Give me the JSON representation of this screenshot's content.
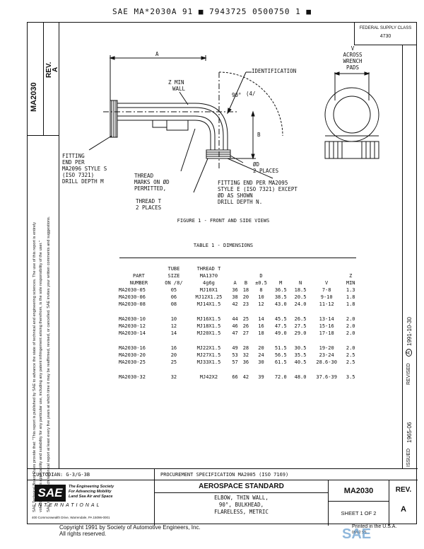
{
  "header_line": "SAE MA*2030A 91 ■ 7943725 0500750 1 ■",
  "federal_supply_class": {
    "label": "FEDERAL SUPPLY CLASS",
    "value": "4730"
  },
  "sidebar": {
    "doc_number": "MA2030",
    "rev_label": "REV.",
    "rev_value": "A",
    "notice_1": "SAE Technical Board Rules provide that: \"This report is published by SAE to advance the state of technical and engineering sciences. The use of this report is entirely",
    "notice_2": "voluntary, and its applicability and suitability for any particular use, including any patent infringement arising therefrom, is the sole responsibility of the user.\"",
    "notice_3": "SAE reviews each technical report at least every five years at which time it may be reaffirmed, revised, or cancelled. SAE invites your written comments and suggestions."
  },
  "right_strip": {
    "revised_label": "REVISED",
    "revised_mark": "A",
    "revised_date": "1991-10-30",
    "issued_label": "ISSUED",
    "issued_date": "1965-06"
  },
  "drawing": {
    "dim_a": "A",
    "identification": "IDENTIFICATION",
    "z_min_wall_1": "Z MIN",
    "z_min_wall_2": "WALL",
    "angle": "90°",
    "angle_note": "(4/",
    "fitting_end_left": [
      "FITTING",
      "END PER",
      "MA2096 STYLE S",
      "(ISO 7321)",
      "DRILL DEPTH M"
    ],
    "dim_b": "B",
    "phi_d": [
      "ØD",
      "2 PLACES"
    ],
    "thread_marks": [
      "THREAD",
      "MARKS ON ØD",
      "PERMITTED,"
    ],
    "thread_t": [
      "THREAD T",
      "2 PLACES"
    ],
    "fitting_end_right": [
      "FITTING END PER MA2095",
      "STYLE E (ISO 7321) EXCEPT",
      "ØD AS SHOWN",
      "DRILL DEPTH N."
    ],
    "side_view": [
      "V",
      "ACROSS",
      "WRENCH",
      "PADS"
    ]
  },
  "figure_caption": "FIGURE 1 - FRONT AND SIDE VIEWS",
  "table_caption": "TABLE 1 - DIMENSIONS",
  "table": {
    "headers": {
      "part_1": "PART",
      "part_2": "NUMBER",
      "tube_1": "TUBE",
      "tube_2": "SIZE",
      "tube_3": "ON /8/",
      "thread_1": "THREAD T",
      "thread_2": "MA1370",
      "thread_3": "4g6g",
      "a": "A",
      "b": "B",
      "d_1": "D",
      "d_2": "±0.5",
      "m": "M",
      "n": "N",
      "v": "V",
      "z_1": "Z",
      "z_2": "MIN"
    },
    "groups": [
      [
        [
          "MA2030-05",
          "05",
          "MJ10X1",
          "36",
          "18",
          "8",
          "36.5",
          "18.5",
          "7-8",
          "1.3"
        ],
        [
          "MA2030-06",
          "06",
          "MJ12X1.25",
          "38",
          "20",
          "10",
          "38.5",
          "20.5",
          "9-10",
          "1.8"
        ],
        [
          "MA2030-08",
          "08",
          "MJ14X1.5",
          "42",
          "23",
          "12",
          "43.0",
          "24.0",
          "11-12",
          "1.8"
        ]
      ],
      [
        [
          "MA2030-10",
          "10",
          "MJ16X1.5",
          "44",
          "25",
          "14",
          "45.5",
          "26.5",
          "13-14",
          "2.0"
        ],
        [
          "MA2030-12",
          "12",
          "MJ18X1.5",
          "46",
          "26",
          "16",
          "47.5",
          "27.5",
          "15-16",
          "2.0"
        ],
        [
          "MA2030-14",
          "14",
          "MJ20X1.5",
          "47",
          "27",
          "18",
          "49.0",
          "29.0",
          "17-18",
          "2.0"
        ]
      ],
      [
        [
          "MA2030-16",
          "16",
          "MJ22X1.5",
          "49",
          "28",
          "20",
          "51.5",
          "30.5",
          "19-20",
          "2.0"
        ],
        [
          "MA2030-20",
          "20",
          "MJ27X1.5",
          "53",
          "32",
          "24",
          "56.5",
          "35.5",
          "23-24",
          "2.5"
        ],
        [
          "MA2030-25",
          "25",
          "MJ33X1.5",
          "57",
          "36",
          "30",
          "61.5",
          "40.5",
          "28.6-30",
          "2.5"
        ]
      ],
      [
        [
          "MA2030-32",
          "32",
          "MJ42X2",
          "66",
          "42",
          "39",
          "72.0",
          "48.0",
          "37.6-39",
          "3.5"
        ]
      ]
    ]
  },
  "footer": {
    "custodian": "CUSTODIAN:  G-3/G-3B",
    "procurement": "PROCUREMENT SPECIFICATION MA2005 (ISO 7169)",
    "logo_text": "SAE",
    "logo_tagline": [
      "The Engineering Society",
      "For Advancing Mobility",
      "Land Sea Air and Space"
    ],
    "logo_international": "INTERNATIONAL",
    "address": "400 Commonwealth Drive, Warrendale, PA 15096-0001",
    "standard_title": "AEROSPACE STANDARD",
    "description": [
      "ELBOW, THIN WALL,",
      "90°, BULKHEAD,",
      "FLARELESS, METRIC"
    ],
    "doc_number": "MA2030",
    "sheet": "SHEET 1 OF 2",
    "rev_label": "REV.",
    "rev_value": "A"
  },
  "copyright": [
    "Copyright 1991 by Society of Automotive Engineers, Inc.",
    "All rights reserved."
  ],
  "printed": [
    "Printed in the U.S.A.",
    "09/02 SS"
  ],
  "watermark": "SAE"
}
